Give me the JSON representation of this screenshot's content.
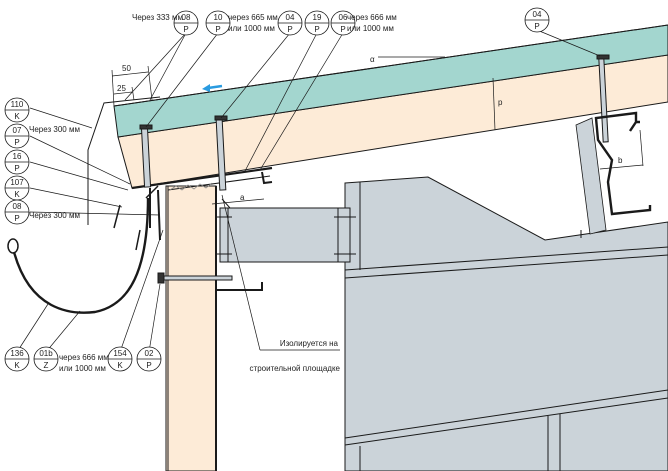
{
  "diagram": {
    "title": "Roof eave detail: sandwich panel roof with gutter and purlin fixing",
    "colors": {
      "roof_panel_top": "#a3d6cf",
      "insulation": "#fdebd7",
      "steel": "#cbd3d9",
      "outline": "#1a1a1a",
      "flow_arrow": "#2a9be0"
    },
    "callouts": [
      {
        "id": "c08a",
        "code": "08",
        "type": "P",
        "note": "Через 333 мм"
      },
      {
        "id": "c10",
        "code": "10",
        "type": "P",
        "note": "через 665 мм\nили 1000 мм",
        "note_line1": "через 665 мм",
        "note_line2": "или 1000 мм"
      },
      {
        "id": "c04a",
        "code": "04",
        "type": "P",
        "note": ""
      },
      {
        "id": "c19",
        "code": "19",
        "type": "P",
        "note": ""
      },
      {
        "id": "c06",
        "code": "06",
        "type": "P",
        "note_line1": "через 666 мм",
        "note_line2": "или 1000 мм"
      },
      {
        "id": "c04b",
        "code": "04",
        "type": "P",
        "note": ""
      },
      {
        "id": "c110",
        "code": "110",
        "type": "K",
        "note": ""
      },
      {
        "id": "c07",
        "code": "07",
        "type": "P",
        "note": "Через 300 мм"
      },
      {
        "id": "c16",
        "code": "16",
        "type": "P",
        "note": ""
      },
      {
        "id": "c107",
        "code": "107",
        "type": "K",
        "note": ""
      },
      {
        "id": "c08b",
        "code": "08",
        "type": "P",
        "note": "Через 300 мм"
      },
      {
        "id": "c136",
        "code": "136",
        "type": "K",
        "note": ""
      },
      {
        "id": "c01b",
        "code": "01b",
        "type": "Z",
        "note_line1": "через 666 мм",
        "note_line2": "или 1000 мм"
      },
      {
        "id": "c154",
        "code": "154",
        "type": "K",
        "note": ""
      },
      {
        "id": "c02",
        "code": "02",
        "type": "P",
        "note": ""
      }
    ],
    "dimensions": {
      "d50": "50",
      "d25": "25",
      "slope": "α",
      "thickness": "p",
      "purlin_a": "a",
      "purlin_b": "b"
    },
    "site_note": {
      "line1": "Изолируется на",
      "line2": "строительной площадке"
    }
  }
}
